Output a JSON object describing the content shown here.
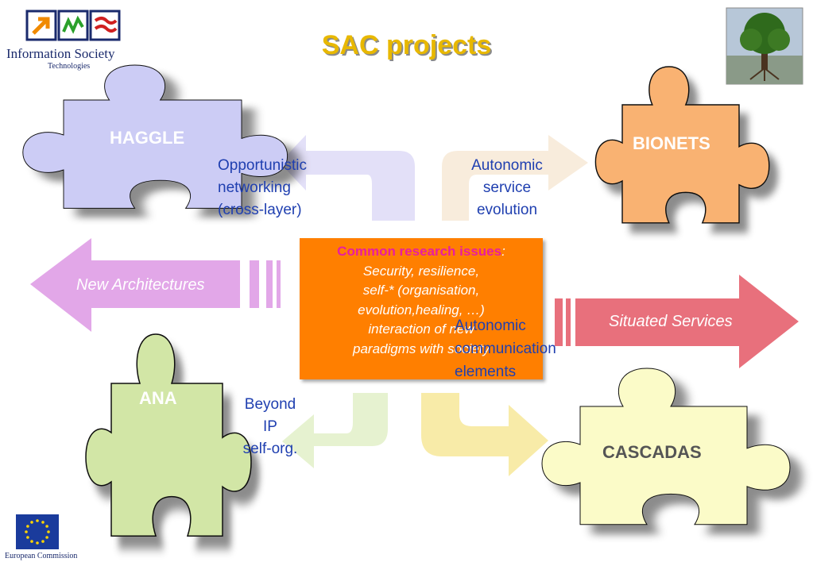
{
  "title": "SAC projects",
  "logo": {
    "line1": "Information Society",
    "line2": "Technologies"
  },
  "footer_logo": {
    "label": "European Commission"
  },
  "pieces": {
    "haggle": {
      "label": "HAGGLE",
      "color": "#ccccf5"
    },
    "bionets": {
      "label": "BIONETS",
      "color": "#f9b272"
    },
    "ana": {
      "label": "ANA",
      "color": "#d2e6a6"
    },
    "cascadas": {
      "label": "CASCADAS",
      "color": "#fbfbc8"
    }
  },
  "links": {
    "haggle": [
      "Opportunistic",
      "networking",
      "(cross-layer)"
    ],
    "bionets": [
      "Autonomic",
      "service",
      "evolution"
    ],
    "ana": [
      "Beyond",
      "IP",
      "self-org."
    ],
    "cascadas": [
      "Autonomic",
      "communication",
      "elements"
    ]
  },
  "arrows": {
    "left": "New Architectures",
    "right": "Situated Services"
  },
  "center": {
    "heading": "Common research issues",
    "heading_suffix": ":",
    "lines": [
      "Security, resilience,",
      "self-* (organisation,",
      "evolution,healing, …)",
      "interaction of new",
      "paradigms with society"
    ]
  }
}
